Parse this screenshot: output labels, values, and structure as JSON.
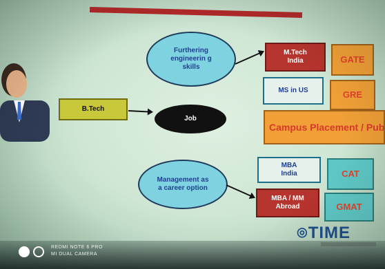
{
  "slide": {
    "ellipses": {
      "furthering": "Furthering engineerin g skills",
      "job": "Job",
      "management": "Management as a career option"
    },
    "boxes": {
      "btech": "B.Tech",
      "mtech": "M.Tech India",
      "gate": "GATE",
      "ms_us": "MS in US",
      "gre": "GRE",
      "campus": "Campus Placement / Public Sector",
      "mba_india": "MBA India",
      "cat": "CAT",
      "mba_abroad": "MBA / MM Abroad",
      "gmat": "GMAT"
    },
    "logo": "TIME"
  },
  "camera": {
    "model": "REDMI NOTE 6 PRO",
    "camera": "MI DUAL CAMERA"
  },
  "colors": {
    "background": "#cfe6d4",
    "ellipse_fill": "#7fd3e0",
    "box_olive": "#c9c83a",
    "box_red": "#b5342d",
    "box_orange": "#f0a037",
    "box_teal": "#5fc8c5",
    "title_bar": "#b32a2a",
    "logo": "#1f4f8c"
  }
}
